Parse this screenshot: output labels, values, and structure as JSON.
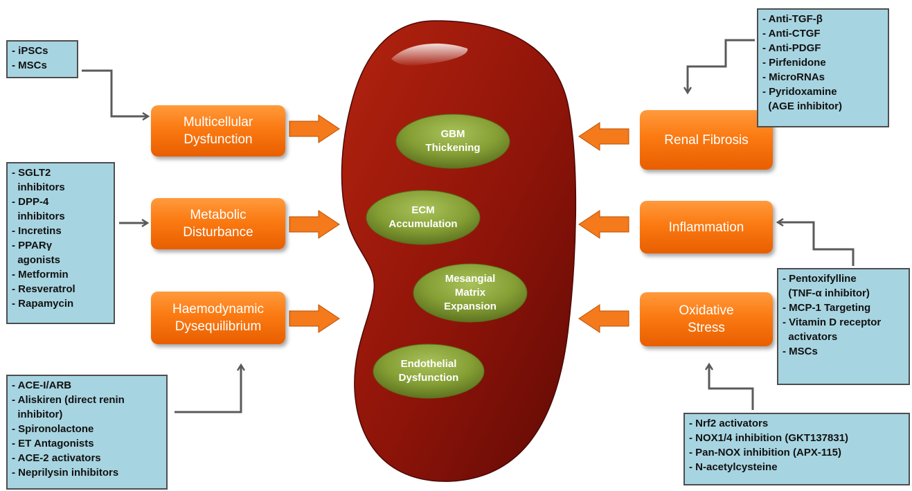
{
  "colors": {
    "therapy_box": "#a7d4e1",
    "mechanism_box": "#fb7a12",
    "arrow_fill": "#f47a1c",
    "kidney": "#8e1409",
    "pathology_ellipse": "#7f9a2f",
    "connector": "#5a5a5a"
  },
  "mechanisms": {
    "multicellular": "Multicellular\nDysfunction",
    "metabolic": "Metabolic\nDisturbance",
    "haemodynamic": "Haemodynamic\nDysequilibrium",
    "renal_fibrosis": "Renal Fibrosis",
    "inflammation": "Inflammation",
    "oxidative": "Oxidative\nStress"
  },
  "pathologies": {
    "gbm": "GBM\nThickening",
    "ecm": "ECM\nAccumulation",
    "mesangial": "Mesangial\nMatrix\nExpansion",
    "endothelial": "Endothelial\nDysfunction"
  },
  "therapies": {
    "stem_cells": [
      "- iPSCs",
      "- MSCs"
    ],
    "metabolic": [
      "- SGLT2",
      "  inhibitors",
      "- DPP-4",
      "  inhibitors",
      "- Incretins",
      "- PPARγ",
      "  agonists",
      "- Metformin",
      "- Resveratrol",
      "- Rapamycin"
    ],
    "haemodynamic": [
      "- ACE-I/ARB",
      "- Aliskiren (direct renin",
      "  inhibitor)",
      "- Spironolactone",
      "- ET Antagonists",
      "- ACE-2 activators",
      "- Neprilysin inhibitors"
    ],
    "fibrosis": [
      "- Anti-TGF-β",
      "- Anti-CTGF",
      "- Anti-PDGF",
      "- Pirfenidone",
      "- MicroRNAs",
      "- Pyridoxamine",
      "  (AGE inhibitor)"
    ],
    "inflammation": [
      "- Pentoxifylline",
      "  (TNF-α inhibitor)",
      "- MCP-1 Targeting",
      "- Vitamin D receptor",
      "  activators",
      "- MSCs"
    ],
    "oxidative": [
      "- Nrf2 activators",
      "- NOX1/4 inhibition (GKT137831)",
      "- Pan-NOX inhibition (APX-115)",
      "- N-acetylcysteine"
    ]
  }
}
